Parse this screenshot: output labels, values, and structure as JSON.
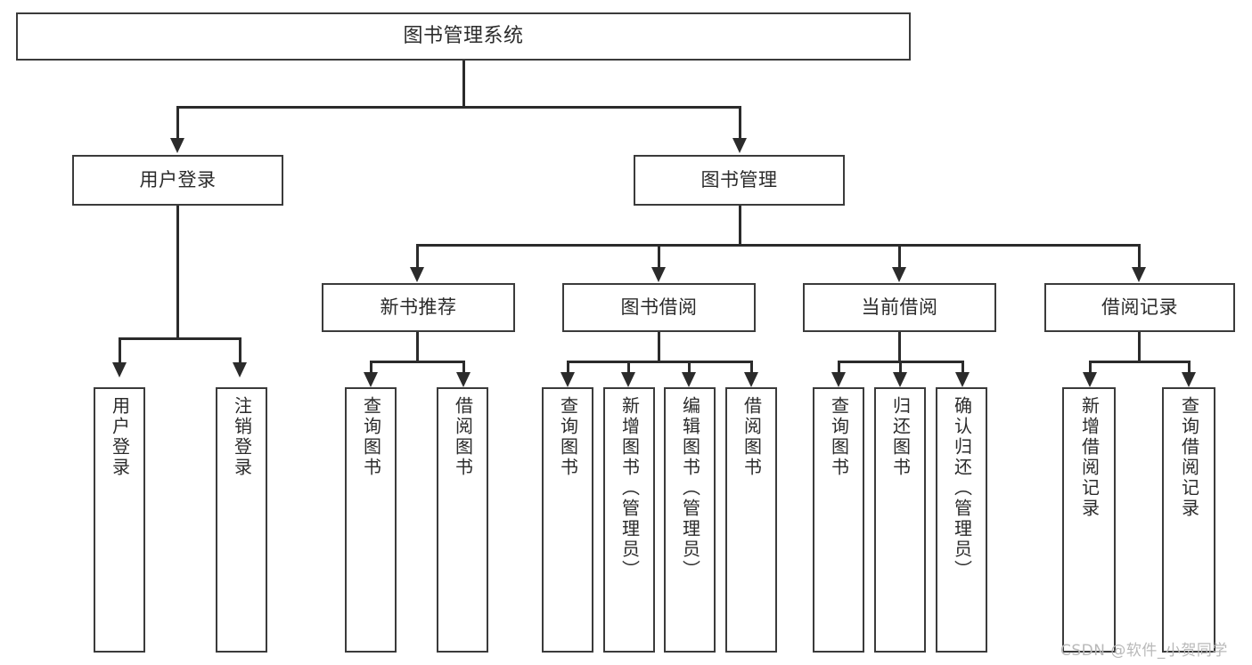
{
  "diagram": {
    "type": "tree",
    "title": "图书管理系统",
    "root": {
      "label": "图书管理系统"
    },
    "level1": [
      {
        "label": "用户登录"
      },
      {
        "label": "图书管理"
      }
    ],
    "level2": [
      {
        "label": "新书推荐"
      },
      {
        "label": "图书借阅"
      },
      {
        "label": "当前借阅"
      },
      {
        "label": "借阅记录"
      }
    ],
    "leaves": {
      "user_login": [
        {
          "label": "用户登录"
        },
        {
          "label": "注销登录"
        }
      ],
      "new_book_recommend": [
        {
          "label": "查询图书"
        },
        {
          "label": "借阅图书"
        }
      ],
      "book_borrow": [
        {
          "label": "查询图书"
        },
        {
          "label": "新增图书（管理员）"
        },
        {
          "label": "编辑图书（管理员）"
        },
        {
          "label": "借阅图书"
        }
      ],
      "current_borrow": [
        {
          "label": "查询图书"
        },
        {
          "label": "归还图书"
        },
        {
          "label": "确认归还（管理员）"
        }
      ],
      "borrow_record": [
        {
          "label": "新增借阅记录"
        },
        {
          "label": "查询借阅记录"
        }
      ]
    }
  },
  "watermark": {
    "text": "CSDN @软件_小贺同学"
  },
  "colors": {
    "border": "#3b3b3b",
    "line": "#2b2b2b",
    "text": "#2b2b2b",
    "background": "#ffffff",
    "watermark": "#b9b9b9"
  }
}
